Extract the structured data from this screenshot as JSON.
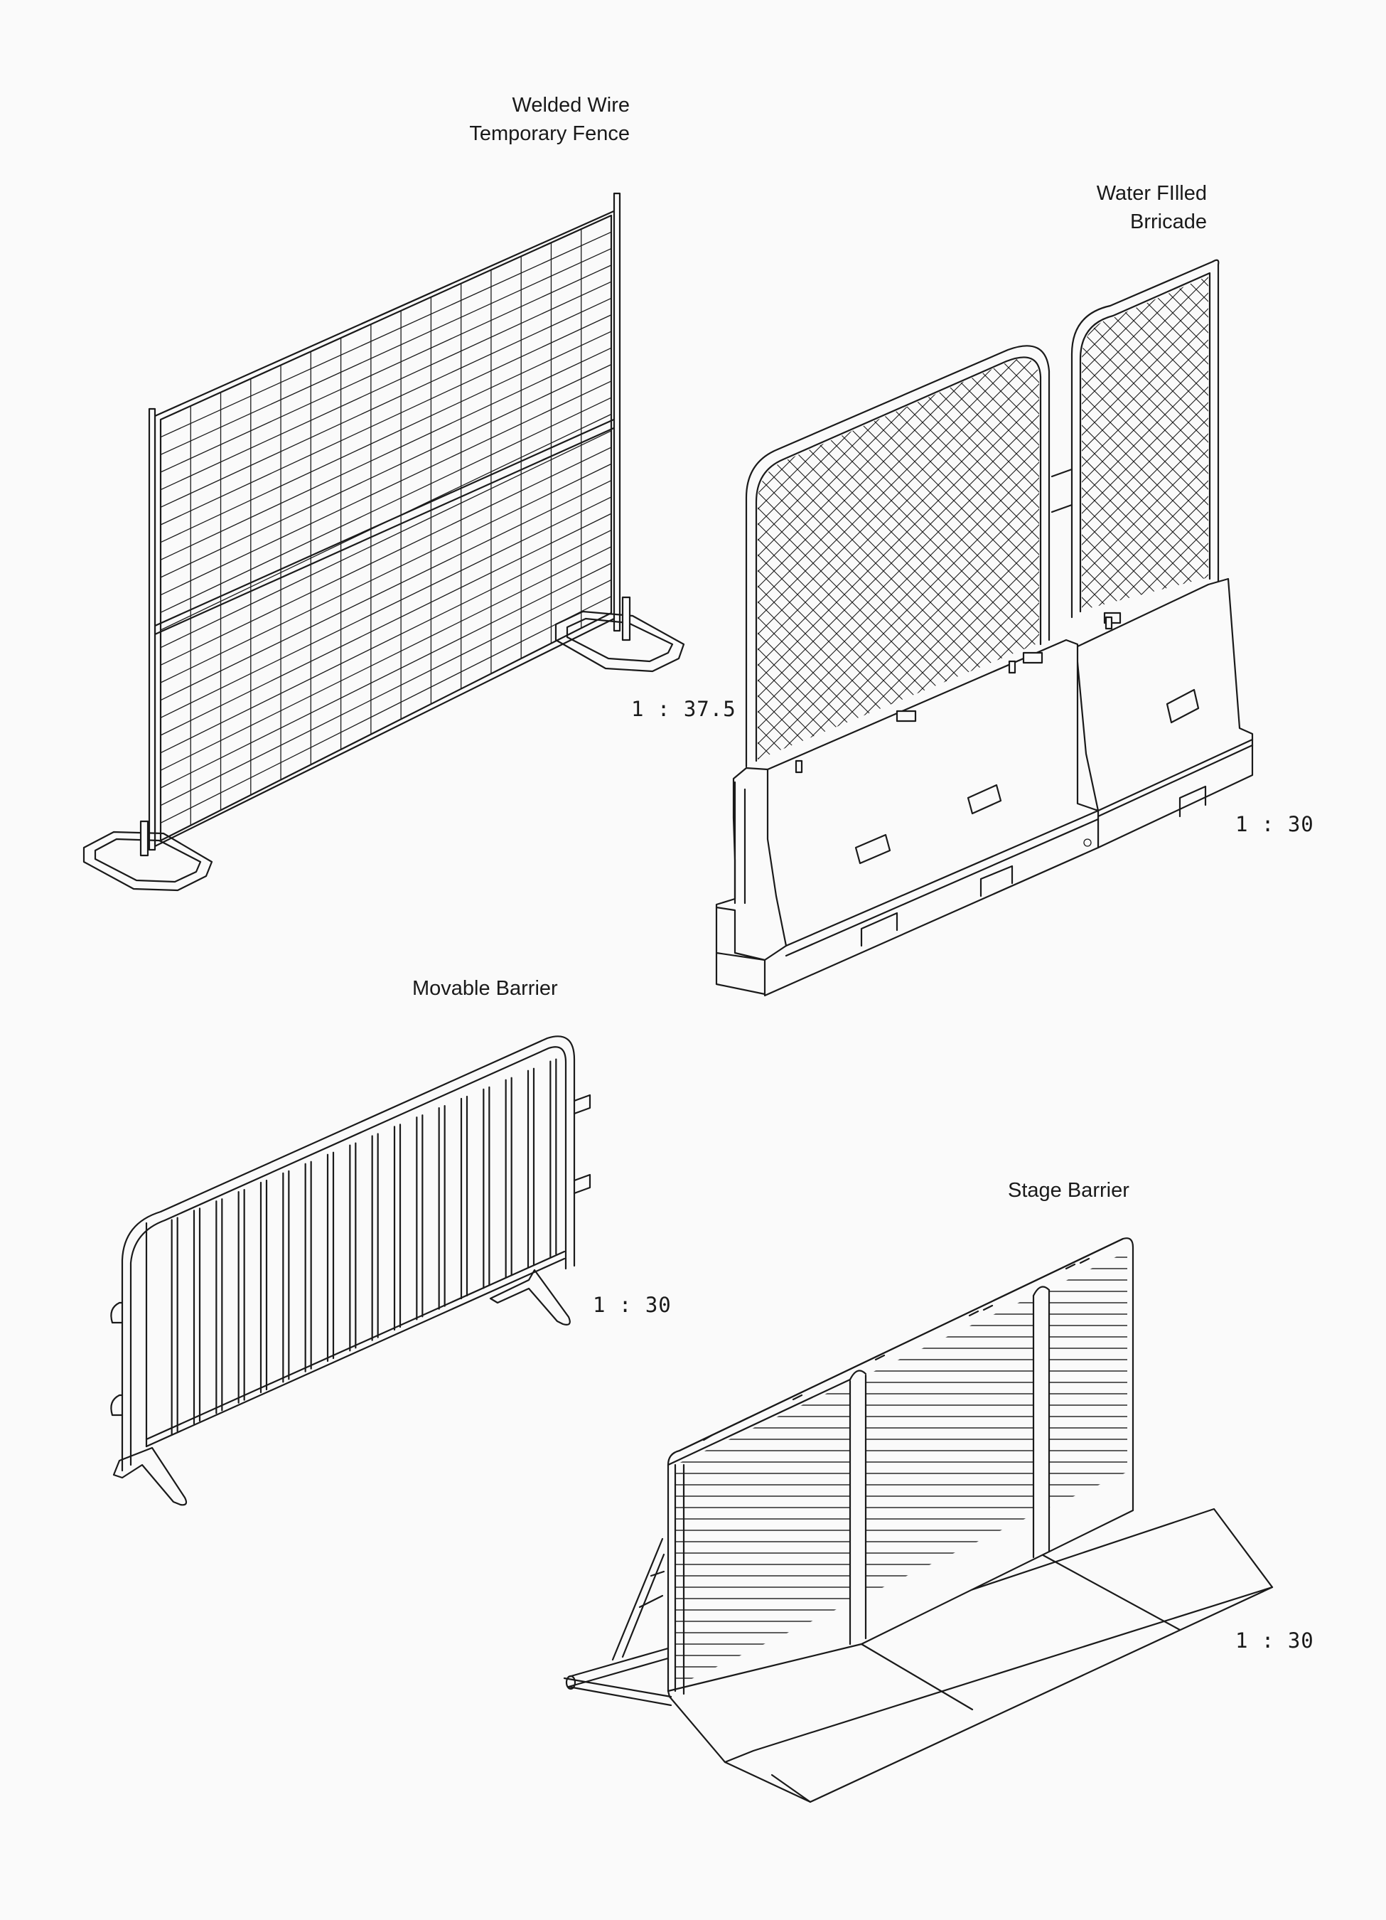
{
  "labels": {
    "welded_line1": "Welded Wire",
    "welded_line2": "Temporary Fence",
    "water_line1": "Water FIlled",
    "water_line2": "Brricade",
    "movable": "Movable Barrier",
    "stage": "Stage Barrier"
  },
  "scales": {
    "welded": "1 : 37.5",
    "water": "1 : 30",
    "movable": "1 : 30",
    "stage": "1 : 30"
  }
}
